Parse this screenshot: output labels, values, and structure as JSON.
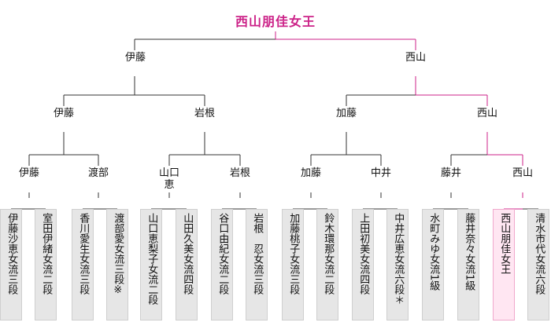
{
  "champion": "西山朋佳女王",
  "winner_color": "#cc2288",
  "line_color": "#333333",
  "semifinal": [
    {
      "label": "伊藤"
    },
    {
      "label": "西山"
    }
  ],
  "quarterfinal": [
    {
      "label": "伊藤"
    },
    {
      "label": "岩根"
    },
    {
      "label": "加藤"
    },
    {
      "label": "西山"
    }
  ],
  "round16": [
    {
      "label": "伊藤"
    },
    {
      "label": "渡部"
    },
    {
      "label": "山口恵"
    },
    {
      "label": "岩根"
    },
    {
      "label": "加藤"
    },
    {
      "label": "中井"
    },
    {
      "label": "藤井"
    },
    {
      "label": "西山"
    }
  ],
  "players": [
    {
      "name": "伊藤沙恵女流三段"
    },
    {
      "name": "室田伊緒女流二段"
    },
    {
      "name": "香川愛生女流三段"
    },
    {
      "name": "渡部愛女流三段※"
    },
    {
      "name": "山口恵梨子女流二段"
    },
    {
      "name": "山田久美女流四段"
    },
    {
      "name": "谷口由紀女流二段"
    },
    {
      "name": "岩根　忍女流三段"
    },
    {
      "name": "加藤桃子女流三段"
    },
    {
      "name": "鈴木環那女流二段"
    },
    {
      "name": "上田初美女流四段"
    },
    {
      "name": "中井広恵女流六段＊"
    },
    {
      "name": "水町みゆ女流1級"
    },
    {
      "name": "藤井奈々女流1級"
    },
    {
      "name": "西山朋佳女王",
      "winner": true
    },
    {
      "name": "清水市代女流六段"
    }
  ]
}
